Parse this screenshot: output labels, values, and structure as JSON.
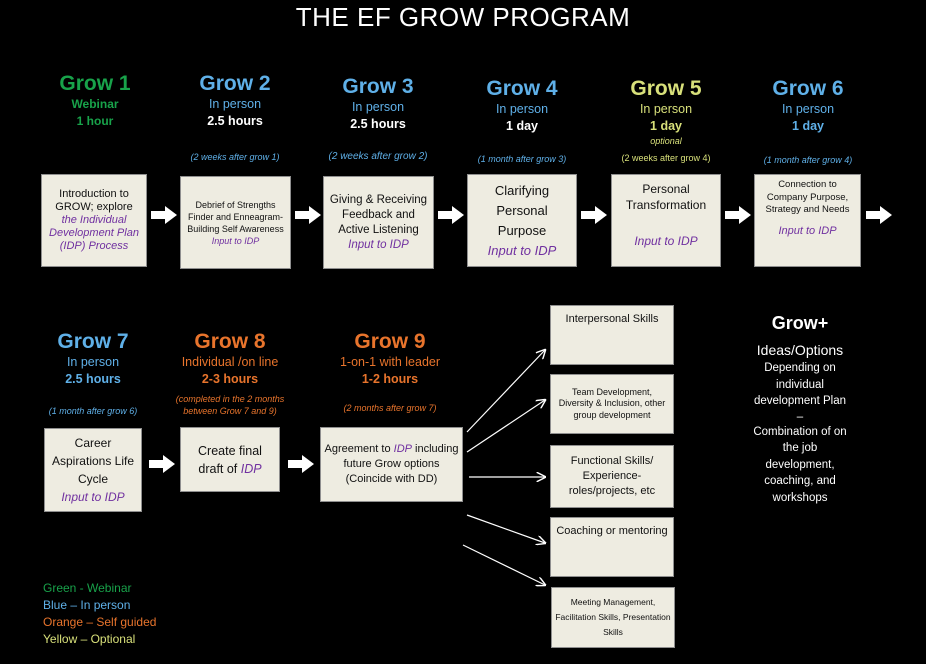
{
  "title": "THE EF GROW PROGRAM",
  "colors": {
    "green": "#18a24a",
    "blue": "#5fb0e8",
    "orange": "#e8742c",
    "yellow": "#d8e07a",
    "idp": "#7030a0",
    "box_bg": "#eeece1"
  },
  "grow1": {
    "name": "Grow 1",
    "type": "Webinar",
    "duration": "1 hour",
    "text": "Introduction to GROW; explore",
    "idp": "the Individual Development Plan (IDP) Process"
  },
  "grow2": {
    "name": "Grow 2",
    "type": "In person",
    "duration": "2.5 hours",
    "note": "(2 weeks after grow 1)",
    "text": "Debrief of Strengths Finder and Enneagram- Building Self Awareness",
    "idp": "Input to IDP"
  },
  "grow3": {
    "name": "Grow 3",
    "type": "In person",
    "duration": "2.5 hours",
    "note": "(2 weeks after grow 2)",
    "text": "Giving & Receiving Feedback and Active Listening",
    "idp": "Input to IDP"
  },
  "grow4": {
    "name": "Grow 4",
    "type": "In person",
    "duration": "1 day",
    "note": "(1 month after grow 3)",
    "text": "Clarifying Personal Purpose",
    "idp": "Input to IDP"
  },
  "grow5": {
    "name": "Grow 5",
    "type": "In person",
    "duration": "1 day",
    "optional": "optional",
    "note": "(2 weeks after grow 4)",
    "text": "Personal Transformation",
    "idp": "Input to IDP"
  },
  "grow6": {
    "name": "Grow 6",
    "type": "In person",
    "duration": "1 day",
    "note": "(1 month after grow 4)",
    "text": "Connection to Company Purpose, Strategy and Needs",
    "idp": "Input to IDP"
  },
  "grow7": {
    "name": "Grow 7",
    "type": "In person",
    "duration": "2.5 hours",
    "note": "(1 month after grow 6)",
    "text": "Career Aspirations Life Cycle",
    "idp": "Input to IDP"
  },
  "grow8": {
    "name": "Grow 8",
    "type": "Individual /on line",
    "duration": "2-3 hours",
    "note1": "(completed in the 2 months",
    "note2": "between Grow 7 and 9)",
    "text": "Create final draft of",
    "idp": "IDP"
  },
  "grow9": {
    "name": "Grow 9",
    "type": "1-on-1 with leader",
    "duration": "1-2 hours",
    "note": "(2 months after grow 7)",
    "text1": "Agreement to",
    "idp": "IDP",
    "text2": "including future Grow options (Coincide with DD)"
  },
  "options": [
    "Interpersonal Skills",
    "Team Development, Diversity & Inclusion, other group development",
    "Functional Skills/ Experience- roles/projects, etc",
    "Coaching or mentoring",
    "Meeting Management, Facilitation Skills, Presentation Skills"
  ],
  "growplus": {
    "title": "Grow+",
    "subtitle": "Ideas/Options",
    "body1": "Depending on individual development Plan",
    "dash": "–",
    "body2": "Combination of on the job development, coaching, and workshops"
  },
  "legend": {
    "green": "Green - Webinar",
    "blue": "Blue – In person",
    "orange": "Orange – Self guided",
    "yellow": "Yellow – Optional"
  }
}
